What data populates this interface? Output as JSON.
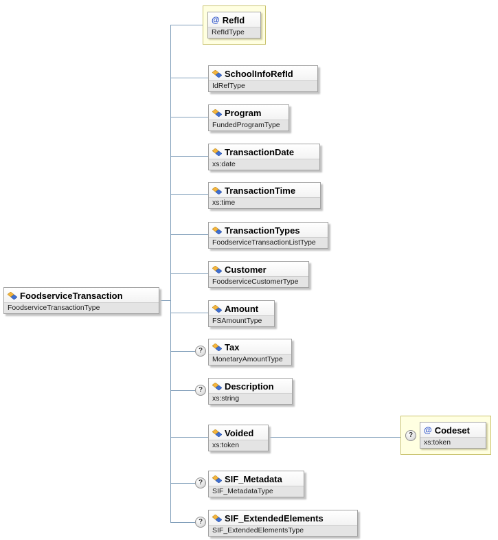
{
  "markers": {
    "attribute": "@",
    "optional": "?"
  },
  "root": {
    "name": "FoodserviceTransaction",
    "type": "FoodserviceTransactionType"
  },
  "attributes": {
    "refid": {
      "name": "RefId",
      "type": "RefIdType",
      "optional": false
    },
    "codeset": {
      "name": "Codeset",
      "type": "xs:token",
      "optional": true
    }
  },
  "children": [
    {
      "name": "SchoolInfoRefId",
      "type": "IdRefType",
      "optional": false
    },
    {
      "name": "Program",
      "type": "FundedProgramType",
      "optional": false
    },
    {
      "name": "TransactionDate",
      "type": "xs:date",
      "optional": false
    },
    {
      "name": "TransactionTime",
      "type": "xs:time",
      "optional": false
    },
    {
      "name": "TransactionTypes",
      "type": "FoodserviceTransactionListType",
      "optional": false
    },
    {
      "name": "Customer",
      "type": "FoodserviceCustomerType",
      "optional": false
    },
    {
      "name": "Amount",
      "type": "FSAmountType",
      "optional": false
    },
    {
      "name": "Tax",
      "type": "MonetaryAmountType",
      "optional": true
    },
    {
      "name": "Description",
      "type": "xs:string",
      "optional": true
    },
    {
      "name": "Voided",
      "type": "xs:token",
      "optional": false
    },
    {
      "name": "SIF_Metadata",
      "type": "SIF_MetadataType",
      "optional": true
    },
    {
      "name": "SIF_ExtendedElements",
      "type": "SIF_ExtendedElementsType",
      "optional": true
    }
  ],
  "colors": {
    "attribute_container_bg": "#FFFFE1",
    "attribute_container_border": "#C9C36E",
    "box_border": "#A3A3A3",
    "type_band_bg": "#E4E4E4",
    "connector_line": "#7F9DB9",
    "attribute_marker_blue": "#2B52C9",
    "element_icon_gold": "#F5B43C",
    "element_icon_blue": "#3F6FD1"
  }
}
